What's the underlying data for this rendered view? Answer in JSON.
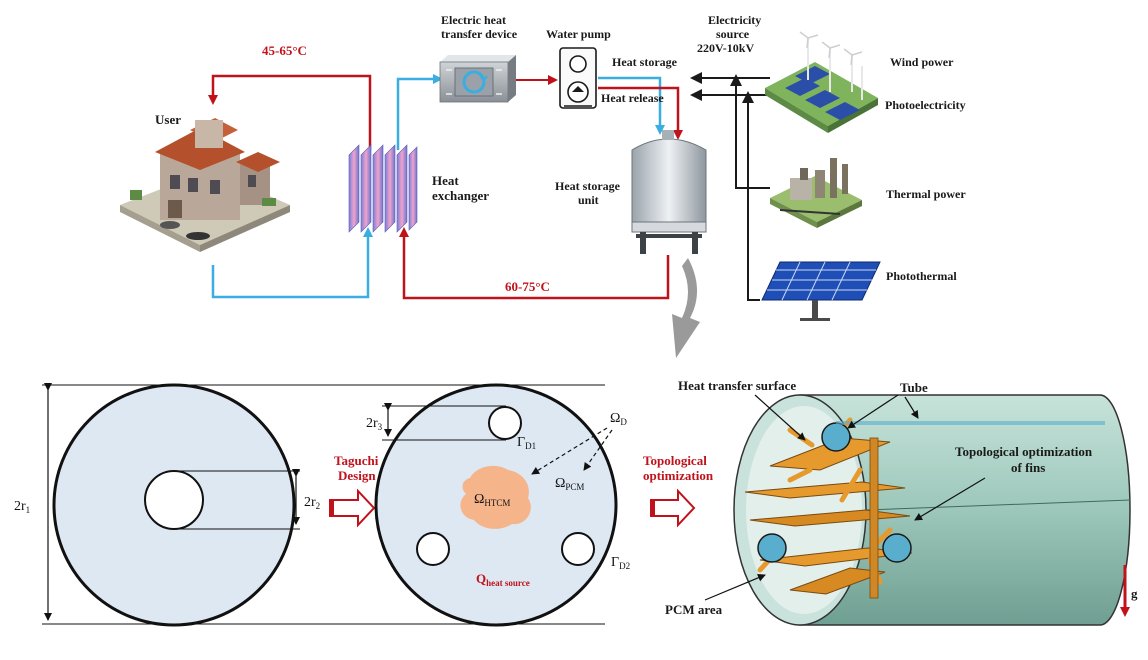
{
  "top": {
    "temp_hot": "45-65°C",
    "temp_return": "60-75°C",
    "user": "User",
    "heat_exchanger": [
      "Heat",
      "exchanger"
    ],
    "electric_device": [
      "Electric heat",
      "transfer device"
    ],
    "water_pump": "Water pump",
    "heat_storage": "Heat storage",
    "heat_release": "Heat release",
    "heat_storage_unit": [
      "Heat storage",
      "unit"
    ],
    "electricity_source": [
      "Electricity",
      "source",
      "220V-10kV"
    ],
    "wind_power": "Wind power",
    "photoelectricity": "Photoelectricity",
    "thermal_power": "Thermal power",
    "photothermal": "Photothermal"
  },
  "bottom": {
    "dim_2r1": "2r",
    "dim_2r1_sub": "1",
    "dim_2r2": "2r",
    "dim_2r2_sub": "2",
    "dim_2r3": "2r",
    "dim_2r3_sub": "3",
    "taguchi": [
      "Taguchi",
      "Design"
    ],
    "topo": [
      "Topological",
      "optimization"
    ],
    "gamma_d1": "Γ",
    "gamma_d1_sub": "D1",
    "gamma_d2": "Γ",
    "gamma_d2_sub": "D2",
    "omega_d": "Ω",
    "omega_d_sub": "D",
    "omega_pcm": "Ω",
    "omega_pcm_sub": "PCM",
    "omega_htcm": "Ω",
    "omega_htcm_sub": "HTCM",
    "q_heat": "Q",
    "q_heat_sub": "heat source",
    "heat_transfer_surface": "Heat transfer surface",
    "tube": "Tube",
    "topo_fins": [
      "Topological optimization",
      "of fins"
    ],
    "pcm_area": "PCM area",
    "gravity": "g"
  },
  "colors": {
    "hot_line": "#c0121b",
    "cold_line": "#3aaee0",
    "black_line": "#1a1a1a",
    "disc_fill": "#dde8f3",
    "cylinder": "#a9cfc3",
    "fin": "#e69a2e"
  }
}
